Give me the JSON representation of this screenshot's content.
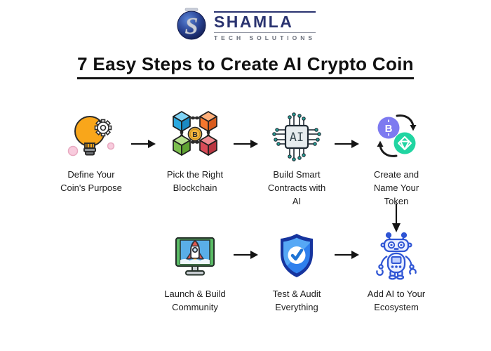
{
  "brand": {
    "name": "SHAMLA",
    "tagline": "TECH SOLUTIONS",
    "monogram": "S"
  },
  "title": "7 Easy Steps to Create AI Crypto Coin",
  "icon_texts": {
    "ai_chip": "AI",
    "bitcoin": "B"
  },
  "steps": [
    {
      "label": "Define Your\nCoin's Purpose",
      "icon": "lightbulb-gear-icon"
    },
    {
      "label": "Pick the Right\nBlockchain",
      "icon": "blockchain-cubes-icon"
    },
    {
      "label": "Build Smart\nContracts with\nAI",
      "icon": "ai-chip-icon"
    },
    {
      "label": "Create and\nName Your\nToken",
      "icon": "token-swap-icon"
    },
    {
      "label": "Launch & Build\nCommunity",
      "icon": "rocket-monitor-icon"
    },
    {
      "label": "Test & Audit\nEverything",
      "icon": "shield-check-icon"
    },
    {
      "label": "Add AI to Your\nEcosystem",
      "icon": "robot-icon"
    }
  ],
  "colors": {
    "brand_navy": "#2A3370",
    "text": "#1C1C1C",
    "arrow": "#141414",
    "bulb_orange": "#F9A61A",
    "chip_teal": "#27A69A",
    "token_purple": "#7D7AF0",
    "token_teal": "#21D5A2",
    "shield_blue": "#2F80ED",
    "robot_blue": "#2F55D4"
  }
}
